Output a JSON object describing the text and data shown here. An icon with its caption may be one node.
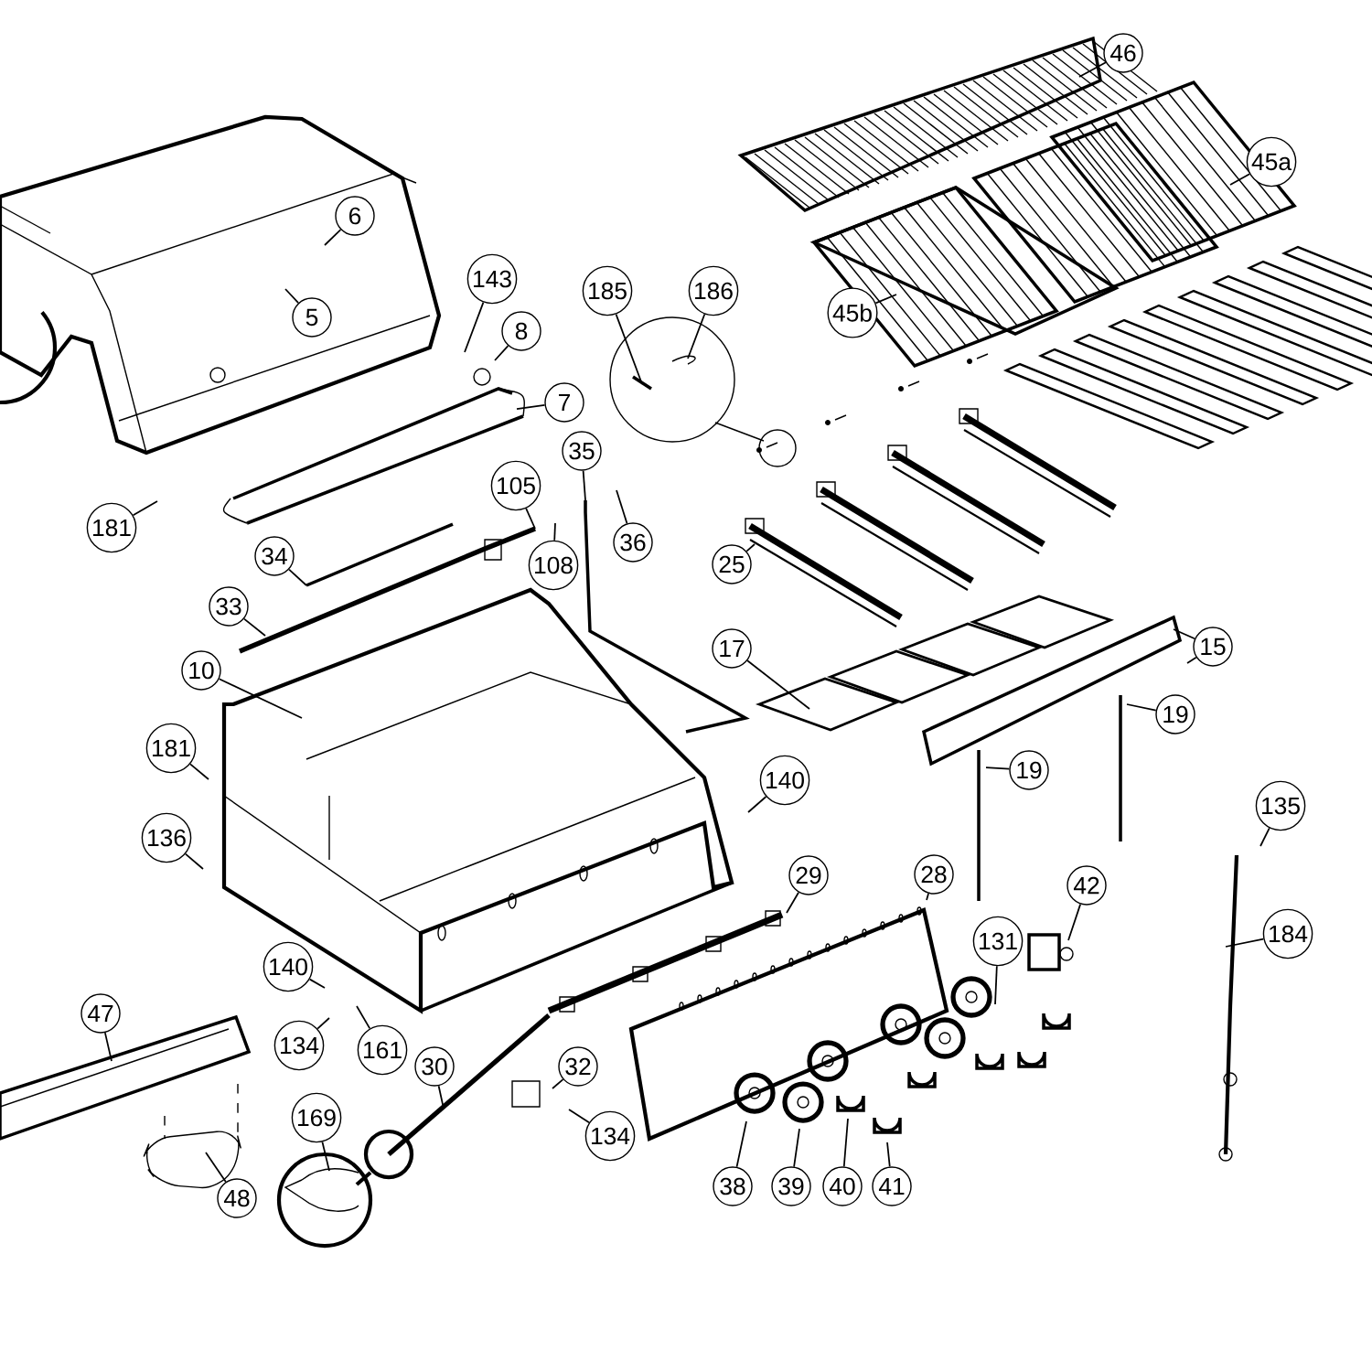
{
  "diagram": {
    "nodes": [
      {
        "text": [
          "46"
        ]
      },
      {
        "text": [
          "45a"
        ]
      },
      {
        "text": [
          "6"
        ]
      },
      {
        "text": [
          "143"
        ]
      },
      {
        "text": [
          "185"
        ]
      },
      {
        "text": [
          "186"
        ]
      },
      {
        "text": [
          "5"
        ]
      },
      {
        "text": [
          "45b"
        ]
      },
      {
        "text": [
          "8"
        ]
      },
      {
        "text": [
          "7"
        ]
      },
      {
        "text": [
          "35"
        ]
      },
      {
        "text": [
          "105"
        ]
      },
      {
        "text": [
          "181"
        ]
      },
      {
        "text": [
          "36"
        ]
      },
      {
        "text": [
          "34"
        ]
      },
      {
        "text": [
          "108"
        ]
      },
      {
        "text": [
          "25"
        ]
      },
      {
        "text": [
          "33"
        ]
      },
      {
        "text": [
          "15"
        ]
      },
      {
        "text": [
          "17"
        ]
      },
      {
        "text": [
          "10"
        ]
      },
      {
        "text": [
          "19"
        ]
      },
      {
        "text": [
          "181"
        ]
      },
      {
        "text": [
          "19"
        ]
      },
      {
        "text": [
          "140"
        ]
      },
      {
        "text": [
          "136"
        ]
      },
      {
        "text": [
          "135"
        ]
      },
      {
        "text": [
          "29"
        ]
      },
      {
        "text": [
          "28"
        ]
      },
      {
        "text": [
          "42"
        ]
      },
      {
        "text": [
          "184"
        ]
      },
      {
        "text": [
          "131"
        ]
      },
      {
        "text": [
          "140"
        ]
      },
      {
        "text": [
          "47"
        ]
      },
      {
        "text": [
          "134"
        ]
      },
      {
        "text": [
          "161"
        ]
      },
      {
        "text": [
          "30"
        ]
      },
      {
        "text": [
          "32"
        ]
      },
      {
        "text": [
          "134"
        ]
      },
      {
        "text": [
          "169"
        ]
      },
      {
        "text": [
          "38"
        ]
      },
      {
        "text": [
          "39"
        ]
      },
      {
        "text": [
          "40"
        ]
      },
      {
        "text": [
          "41"
        ]
      },
      {
        "text": [
          "48"
        ]
      }
    ],
    "edges": [
      {
        "from": 0,
        "to": null,
        "arrow": "none"
      },
      {
        "from": 1,
        "to": null,
        "arrow": "none"
      },
      {
        "from": 2,
        "to": null,
        "arrow": "none"
      },
      {
        "from": 3,
        "to": null,
        "arrow": "none"
      },
      {
        "from": 4,
        "to": null,
        "arrow": "none"
      },
      {
        "from": 5,
        "to": null,
        "arrow": "none"
      },
      {
        "from": 6,
        "to": null,
        "arrow": "none"
      },
      {
        "from": 7,
        "to": null,
        "arrow": "none"
      },
      {
        "from": 8,
        "to": null,
        "arrow": "none"
      },
      {
        "from": 9,
        "to": null,
        "arrow": "none"
      },
      {
        "from": 10,
        "to": null,
        "arrow": "none"
      },
      {
        "from": 11,
        "to": null,
        "arrow": "none"
      },
      {
        "from": 12,
        "to": null,
        "arrow": "none"
      },
      {
        "from": 13,
        "to": null,
        "arrow": "none"
      },
      {
        "from": 14,
        "to": null,
        "arrow": "none"
      },
      {
        "from": 15,
        "to": null,
        "arrow": "none"
      },
      {
        "from": 16,
        "to": null,
        "arrow": "none"
      },
      {
        "from": 17,
        "to": null,
        "arrow": "none"
      },
      {
        "from": 18,
        "to": null,
        "arrow": "none"
      },
      {
        "from": 18,
        "to": null,
        "arrow": "none"
      },
      {
        "from": 19,
        "to": null,
        "arrow": "none"
      },
      {
        "from": 20,
        "to": null,
        "arrow": "none"
      },
      {
        "from": 21,
        "to": null,
        "arrow": "none"
      },
      {
        "from": 22,
        "to": null,
        "arrow": "none"
      },
      {
        "from": 23,
        "to": null,
        "arrow": "none"
      },
      {
        "from": 24,
        "to": null,
        "arrow": "none"
      },
      {
        "from": 25,
        "to": null,
        "arrow": "none"
      },
      {
        "from": 26,
        "to": null,
        "arrow": "none"
      },
      {
        "from": 27,
        "to": null,
        "arrow": "none"
      },
      {
        "from": 28,
        "to": null,
        "arrow": "none"
      },
      {
        "from": 29,
        "to": null,
        "arrow": "none"
      },
      {
        "from": 30,
        "to": null,
        "arrow": "none"
      },
      {
        "from": 31,
        "to": null,
        "arrow": "none"
      },
      {
        "from": 32,
        "to": null,
        "arrow": "none"
      },
      {
        "from": 33,
        "to": null,
        "arrow": "none"
      },
      {
        "from": 34,
        "to": null,
        "arrow": "none"
      },
      {
        "from": 35,
        "to": null,
        "arrow": "none"
      },
      {
        "from": 36,
        "to": null,
        "arrow": "none"
      },
      {
        "from": 37,
        "to": null,
        "arrow": "none"
      },
      {
        "from": 38,
        "to": null,
        "arrow": "none"
      },
      {
        "from": 39,
        "to": null,
        "arrow": "none"
      },
      {
        "from": 40,
        "to": null,
        "arrow": "none"
      },
      {
        "from": 41,
        "to": null,
        "arrow": "none"
      },
      {
        "from": 42,
        "to": null,
        "arrow": "none"
      },
      {
        "from": 43,
        "to": null,
        "arrow": "none"
      },
      {
        "from": 44,
        "to": null,
        "arrow": "none"
      }
    ]
  }
}
